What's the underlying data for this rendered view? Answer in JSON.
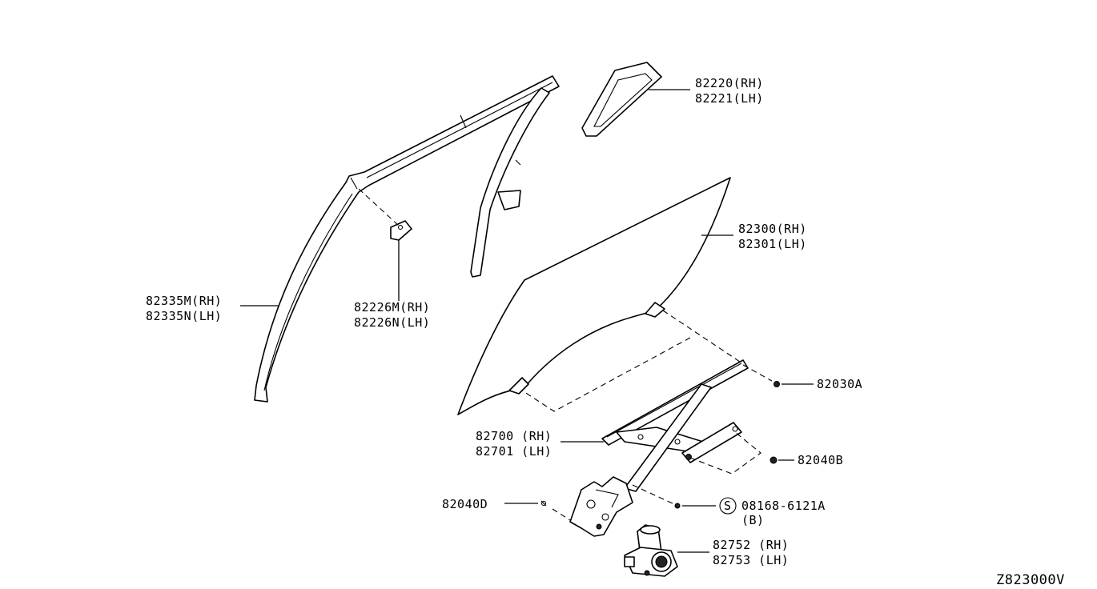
{
  "diagram_id": "Z823000V",
  "labels": {
    "sash_rh": "82335M(RH)",
    "sash_lh": "82335N(LH)",
    "bracket_rh": "82226M(RH)",
    "bracket_lh": "82226N(LH)",
    "corner_glass_rh": "82220(RH)",
    "corner_glass_lh": "82221(LH)",
    "door_glass_rh": "82300(RH)",
    "door_glass_lh": "82301(LH)",
    "bolt_a": "82030A",
    "regulator_rh": "82700 (RH)",
    "regulator_lh": "82701 (LH)",
    "bolt_b": "82040B",
    "bolt_d": "82040D",
    "screw_symbol": "S",
    "screw_part": "08168-6121A",
    "screw_qty": "(B)",
    "motor_rh": "82752 (RH)",
    "motor_lh": "82753 (LH)"
  }
}
